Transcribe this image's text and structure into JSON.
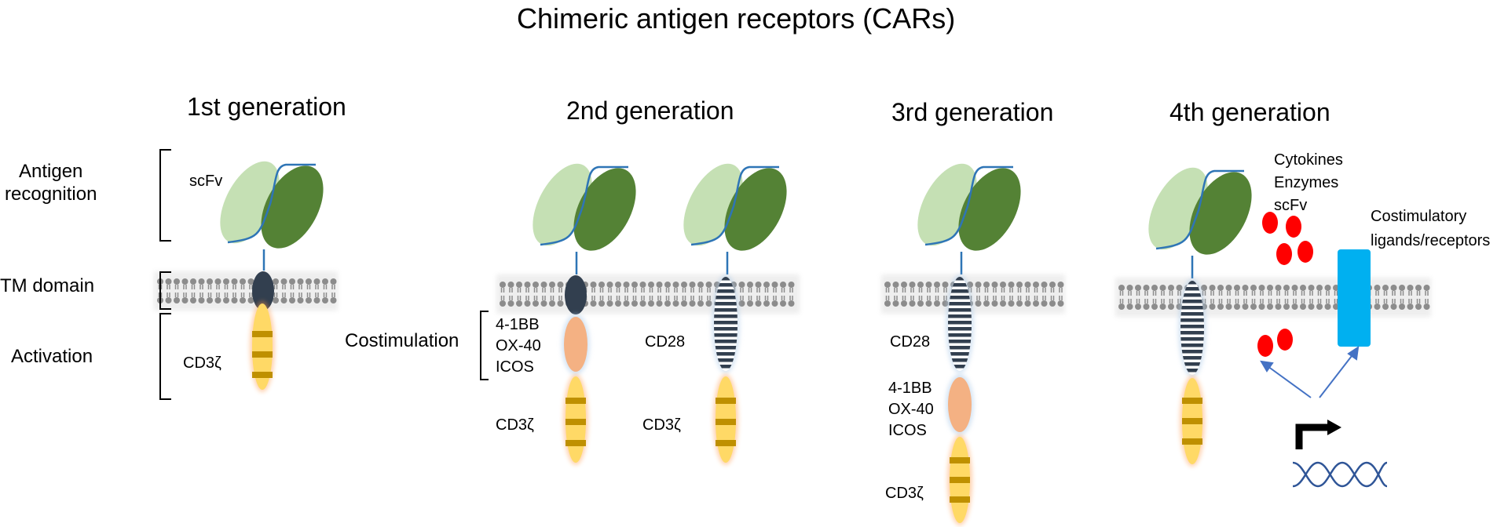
{
  "title": "Chimeric antigen receptors (CARs)",
  "generations": [
    "1st generation",
    "2nd generation",
    "3rd generation",
    "4th generation"
  ],
  "side_labels": {
    "antigen": "Antigen\nrecognition",
    "tm": "TM domain",
    "activation": "Activation"
  },
  "labels": {
    "scfv": "scFv",
    "cd3z": "CD3ζ",
    "costimulation": "Costimulation",
    "costim_list": "4-1BB\nOX-40\nICOS",
    "cd28": "CD28",
    "fourth_products": "Cytokines\nEnzymes\nscFv",
    "costim_ligands": "Costimulatory\nligands/receptors"
  },
  "colors": {
    "light_green": "#c5e0b4",
    "dark_green": "#548235",
    "linker": "#2e75b6",
    "tm_dark": "#323f4f",
    "cd3z_yellow": "#ffd966",
    "cd3z_band": "#bf9000",
    "costim_orange": "#f4b183",
    "membrane_gray": "#8c8c8c",
    "red": "#ff0000",
    "cyan": "#00b0f0",
    "dna": "#2f5597",
    "arrow": "#4472c4"
  }
}
